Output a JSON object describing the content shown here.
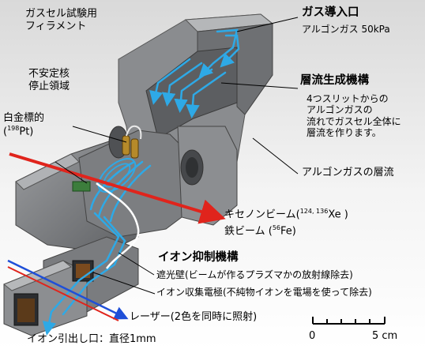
{
  "labels": {
    "filament": "ガスセル試験用\nフィラメント",
    "unstable": "不安定核\n停止領域",
    "target_line1": "白金標的",
    "target_line2_pre": "(",
    "target_line2_sup": "198",
    "target_line2_post": "Pt)",
    "gas_inlet_title": "ガス導入口",
    "gas_inlet_sub": "アルゴンガス 50kPa",
    "laminar_title": "層流生成機構",
    "laminar_desc": "4つスリットからの\nアルゴンガスの\n流れでガスセル全体に\n層流を作ります。",
    "argon_laminar": "アルゴンガスの層流",
    "xenon_pre": "キセノンビーム(",
    "xenon_sup": "124, 136",
    "xenon_post": "Xe )",
    "iron_pre": "鉄ビーム (",
    "iron_sup": "56",
    "iron_post": "Fe)",
    "ion_suppress": "イオン抑制機構",
    "shield": "遮光壁(ビームが作るプラズマかの放射線除去)",
    "collector": "イオン収集電極(不純物イオンを電場を使って除去)",
    "laser": "レーザー(2色を同時に照射)",
    "extract": "イオン引出し口：直径1mm"
  },
  "scale_bar": {
    "start": "0",
    "end": "5 cm"
  },
  "colors": {
    "beam_red": "#e0241c",
    "flow_blue": "#2ea9e6",
    "laser_blue": "#1f4fd8",
    "body_gray": "#7d7f82"
  }
}
